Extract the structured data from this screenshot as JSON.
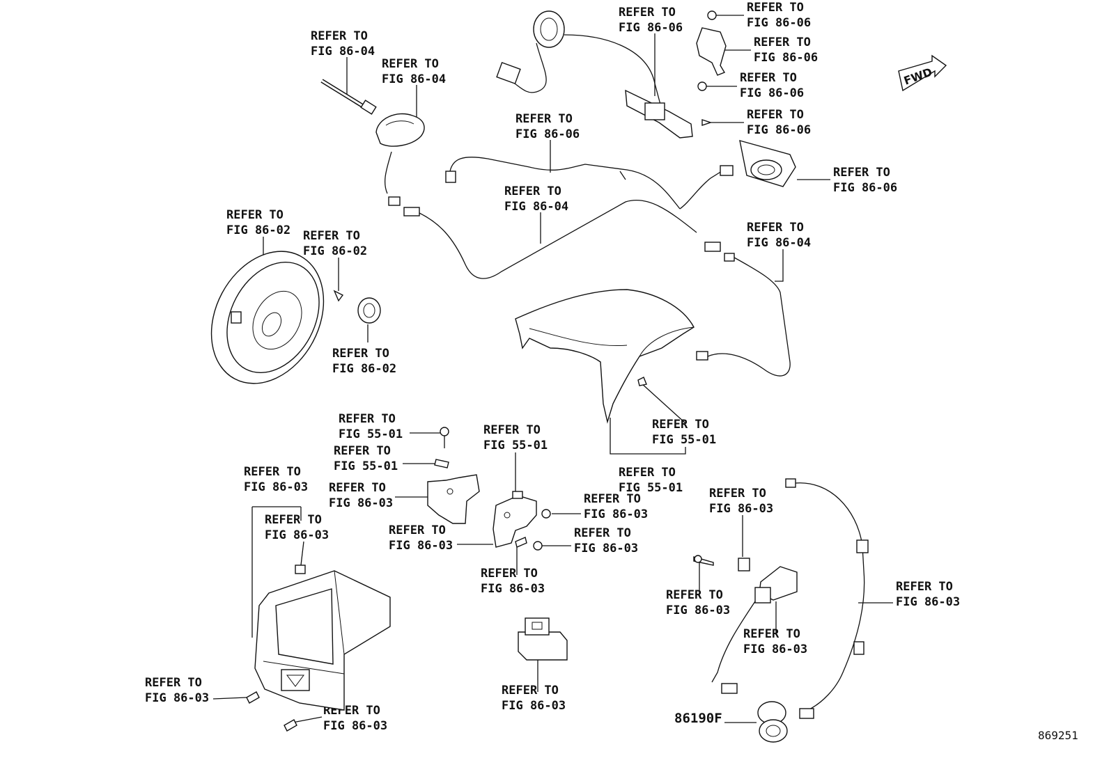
{
  "callouts": [
    {
      "id": "c1",
      "line1": "REFER TO",
      "line2": "FIG 86-04"
    },
    {
      "id": "c2",
      "line1": "REFER TO",
      "line2": "FIG 86-04"
    },
    {
      "id": "c3",
      "line1": "REFER TO",
      "line2": "FIG 86-06"
    },
    {
      "id": "c4",
      "line1": "REFER TO",
      "line2": "FIG 86-06"
    },
    {
      "id": "c5",
      "line1": "REFER TO",
      "line2": "FIG 86-06"
    },
    {
      "id": "c6",
      "line1": "REFER TO",
      "line2": "FIG 86-06"
    },
    {
      "id": "c7",
      "line1": "REFER TO",
      "line2": "FIG 86-06"
    },
    {
      "id": "c8",
      "line1": "REFER TO",
      "line2": "FIG 86-06"
    },
    {
      "id": "c9",
      "line1": "REFER TO",
      "line2": "FIG 86-06"
    },
    {
      "id": "c10",
      "line1": "REFER TO",
      "line2": "FIG 86-04"
    },
    {
      "id": "c11",
      "line1": "REFER TO",
      "line2": "FIG 86-04"
    },
    {
      "id": "c12",
      "line1": "REFER TO",
      "line2": "FIG 86-02"
    },
    {
      "id": "c13",
      "line1": "REFER TO",
      "line2": "FIG 86-02"
    },
    {
      "id": "c14",
      "line1": "REFER TO",
      "line2": "FIG 86-02"
    },
    {
      "id": "c15",
      "line1": "REFER TO",
      "line2": "FIG 55-01"
    },
    {
      "id": "c16",
      "line1": "REFER TO",
      "line2": "FIG 55-01"
    },
    {
      "id": "c17",
      "line1": "REFER TO",
      "line2": "FIG 55-01"
    },
    {
      "id": "c18",
      "line1": "REFER TO",
      "line2": "FIG 55-01"
    },
    {
      "id": "c19",
      "line1": "REFER TO",
      "line2": "FIG 55-01"
    },
    {
      "id": "c20",
      "line1": "REFER TO",
      "line2": "FIG 86-03"
    },
    {
      "id": "c21",
      "line1": "REFER TO",
      "line2": "FIG 86-03"
    },
    {
      "id": "c22",
      "line1": "REFER TO",
      "line2": "FIG 86-03"
    },
    {
      "id": "c23",
      "line1": "REFER TO",
      "line2": "FIG 86-03"
    },
    {
      "id": "c24",
      "line1": "REFER TO",
      "line2": "FIG 86-03"
    },
    {
      "id": "c25",
      "line1": "REFER TO",
      "line2": "FIG 86-03"
    },
    {
      "id": "c26",
      "line1": "REFER TO",
      "line2": "FIG 86-03"
    },
    {
      "id": "c27",
      "line1": "REFER TO",
      "line2": "FIG 86-03"
    },
    {
      "id": "c28",
      "line1": "REFER TO",
      "line2": "FIG 86-03"
    },
    {
      "id": "c29",
      "line1": "REFER TO",
      "line2": "FIG 86-03"
    },
    {
      "id": "c30",
      "line1": "REFER TO",
      "line2": "FIG 86-03"
    },
    {
      "id": "c31",
      "line1": "REFER TO",
      "line2": "FIG 86-03"
    },
    {
      "id": "c32",
      "line1": "REFER TO",
      "line2": "FIG 86-03"
    },
    {
      "id": "c33",
      "line1": "REFER TO",
      "line2": "FIG 86-03"
    }
  ],
  "part_number": "86190F",
  "fwd_label": "FWD",
  "illustration_id": "869251"
}
